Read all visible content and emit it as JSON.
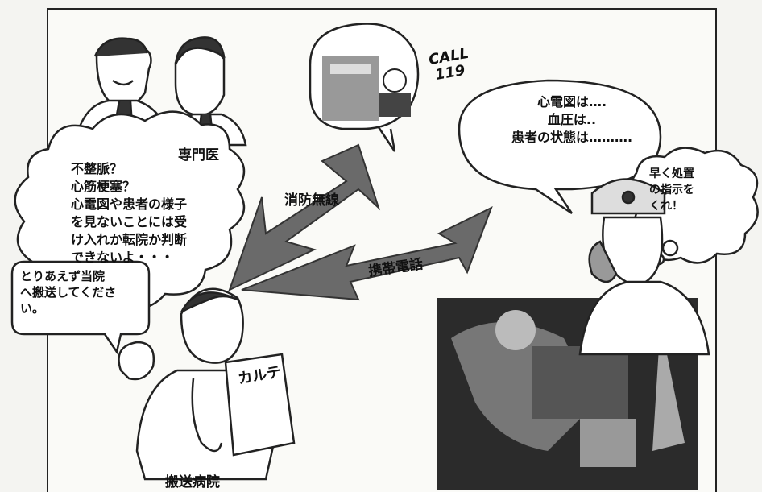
{
  "labels": {
    "specialist": "専門医",
    "radio": "消防無線",
    "phone": "携帯電話",
    "hospital": "搬送病院",
    "chart": "カルテ",
    "call": "CALL",
    "call_number": "119"
  },
  "bubbles": {
    "doctor_thought": "不整脈？\n心筋梗塞？\n心電図や患者の様子\nを見ないことには受\nけ入れか転院か判断\nできないよ・・・",
    "doctor_speech": "とりあえず当院\nへ搬送してくださ\nい。",
    "medic_speech": "心電図は….\n血圧は..\n患者の状態は……….",
    "medic_thought": "早く処置\nの指示を\nくれ！"
  },
  "colors": {
    "line": "#222222",
    "photo_dark": "#2b2b2b",
    "arrow": "#6a6a6a"
  }
}
